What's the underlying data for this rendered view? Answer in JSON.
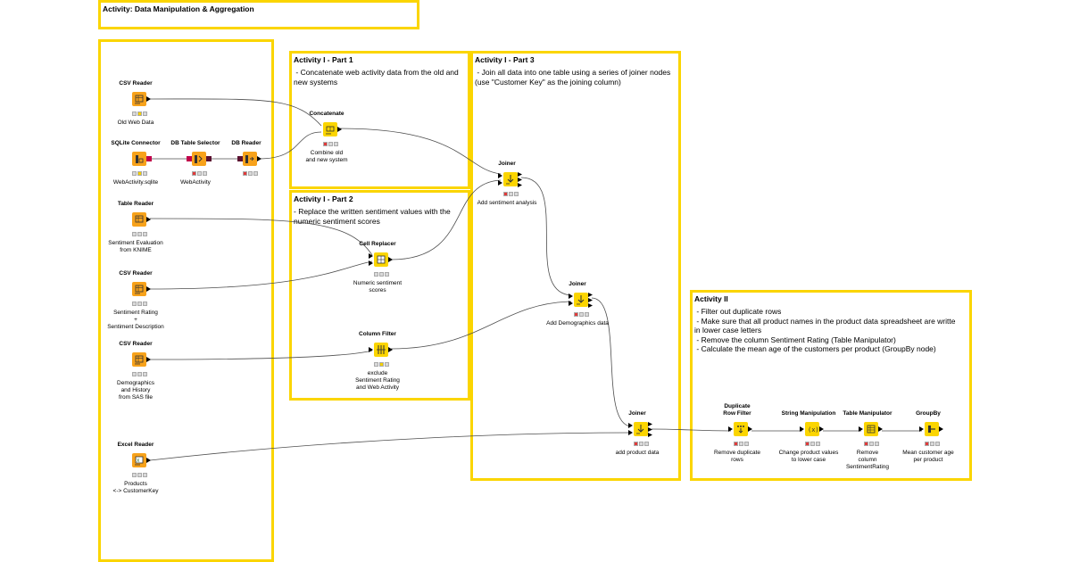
{
  "annotations": {
    "header": {
      "title": "Activity: Data Manipulation & Aggregation"
    },
    "part1": {
      "title": "Activity I - Part 1",
      "body": " - Concatenate web activity data from the old and\nnew systems"
    },
    "part2": {
      "title": "Activity I - Part 2",
      "body": "- Replace the written sentiment values with the\nnumeric sentiment scores"
    },
    "part3": {
      "title": "Activity I - Part 3",
      "body": " - Join all data into one table using a series of joiner nodes\n(use \"Customer Key\" as the joining column)"
    },
    "activity2": {
      "title": "Activity II",
      "body": " - Filter out duplicate rows\n - Make sure that all product names in the product data spreadsheet are writte\nin lower case letters\n - Remove the column Sentiment Rating (Table Manipulator)\n - Calculate the mean age of the customers per product (GroupBy node)"
    }
  },
  "nodes": {
    "csv_reader_1": {
      "name": "CSV Reader",
      "label": "Old Web Data",
      "icon": "table-reader-icon",
      "status": "idle"
    },
    "sqlite_connector": {
      "name": "SQLite Connector",
      "label": "WebActivity.sqlite",
      "icon": "database-connector-icon",
      "status": "configured"
    },
    "db_table_selector": {
      "name": "DB Table Selector",
      "label": "WebActivity",
      "icon": "db-table-selector-icon",
      "status": "error"
    },
    "db_reader": {
      "name": "DB Reader",
      "label": "",
      "icon": "db-reader-icon",
      "status": "error"
    },
    "concatenate": {
      "name": "Concatenate",
      "label": "Combine old\nand new system",
      "icon": "concatenate-icon",
      "status": "error"
    },
    "table_reader": {
      "name": "Table Reader",
      "label": "Sentiment Evaluation\nfrom KNIME",
      "icon": "table-reader-icon",
      "status": "idle"
    },
    "csv_reader_2": {
      "name": "CSV Reader",
      "label": "Sentiment Rating\n+\nSentiment Description",
      "icon": "table-reader-icon",
      "status": "idle"
    },
    "cell_replacer": {
      "name": "Cell Replacer",
      "label": "Numeric sentiment\nscores",
      "icon": "cell-replacer-icon",
      "status": "idle"
    },
    "csv_reader_3": {
      "name": "CSV Reader",
      "label": "Demographics\nand History\nfrom SAS file",
      "icon": "table-reader-icon",
      "status": "idle"
    },
    "column_filter": {
      "name": "Column Filter",
      "label": "exclude\nSentiment Rating\nand Web Activity",
      "icon": "column-filter-icon",
      "status": "configured"
    },
    "excel_reader": {
      "name": "Excel Reader",
      "label": "Products\n<-> CustomerKey",
      "icon": "excel-reader-icon",
      "status": "idle"
    },
    "joiner_1": {
      "name": "Joiner",
      "label": "Add sentiment analysis",
      "icon": "joiner-icon",
      "status": "error"
    },
    "joiner_2": {
      "name": "Joiner",
      "label": "Add Demographics data",
      "icon": "joiner-icon",
      "status": "error"
    },
    "joiner_3": {
      "name": "Joiner",
      "label": "add product data",
      "icon": "joiner-icon",
      "status": "error"
    },
    "duplicate_row_filter": {
      "name": "Duplicate\nRow Filter",
      "label": "Remove duplicate\nrows",
      "icon": "duplicate-row-filter-icon",
      "status": "error"
    },
    "string_manipulation": {
      "name": "String Manipulation",
      "label": "Change product values\nto lower case",
      "icon": "string-manipulation-icon",
      "status": "error"
    },
    "table_manipulator": {
      "name": "Table Manipulator",
      "label": "Remove\ncolumn\nSentimentRating",
      "icon": "table-manipulator-icon",
      "status": "error"
    },
    "groupby": {
      "name": "GroupBy",
      "label": "Mean customer age\nper product",
      "icon": "groupby-icon",
      "status": "error"
    }
  },
  "colors": {
    "annotation_border": "#fbd500",
    "source_node": "#f7a21b",
    "manipulator_node": "#fbd500",
    "wire": "#4d4d4d",
    "status_error": "#e03a3a",
    "status_configured": "#f4d000",
    "status_idle": "#d9d9d9"
  }
}
